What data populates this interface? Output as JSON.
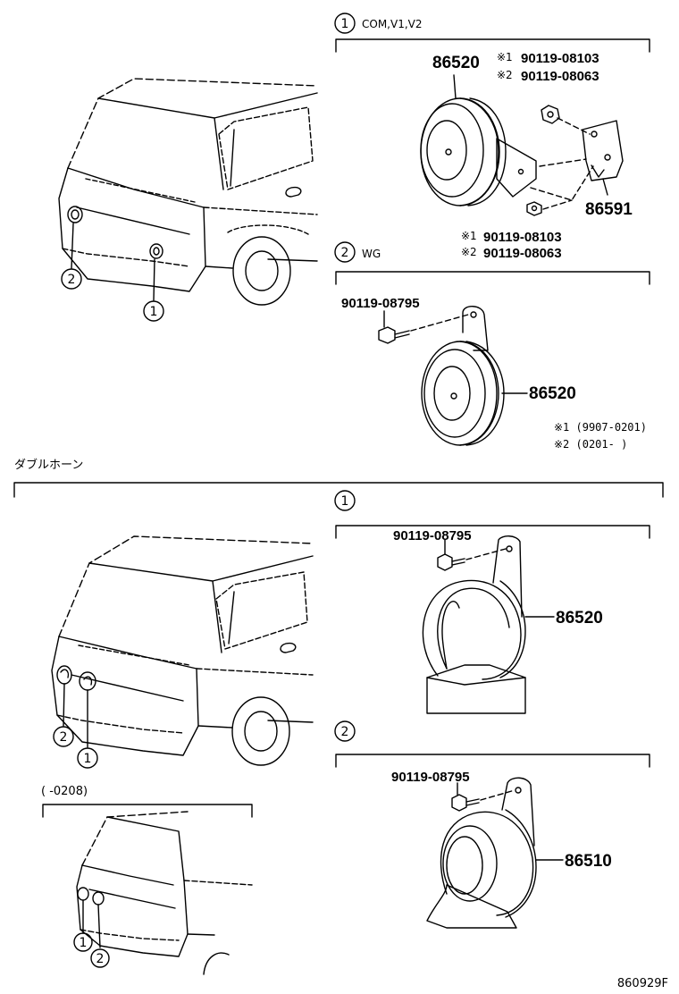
{
  "section_top": {
    "callout_1": "1",
    "variant_1_label": "COM,V1,V2",
    "part_horn_1": "86520",
    "bolt_note_a1": "※1",
    "bolt_a1": "90119-08103",
    "bolt_note_a2": "※2",
    "bolt_a2": "90119-08063",
    "bracket_part": "86591",
    "bolt_note_b1": "※1",
    "bolt_b1": "90119-08103",
    "bolt_note_b2": "※2",
    "bolt_b2": "90119-08063",
    "callout_2": "2",
    "variant_2_label": "WG",
    "bolt_c": "90119-08795",
    "part_horn_2": "86520",
    "footnote_1": "※1 (9907-0201)",
    "footnote_2": "※2 (0201-    )",
    "van_callout_2": "2",
    "van_callout_1": "1"
  },
  "section_double_horn": {
    "heading": "ダブルホーン",
    "callout_1": "1",
    "bolt_d": "90119-08795",
    "part_horn_3": "86520",
    "callout_2": "2",
    "bolt_e": "90119-08795",
    "part_horn_4": "86510",
    "van_callout_2": "2",
    "van_callout_1": "1",
    "date_range": "(     -0208)",
    "small_van_callout_1": "1",
    "small_van_callout_2": "2"
  },
  "drawing_code": "860929F"
}
